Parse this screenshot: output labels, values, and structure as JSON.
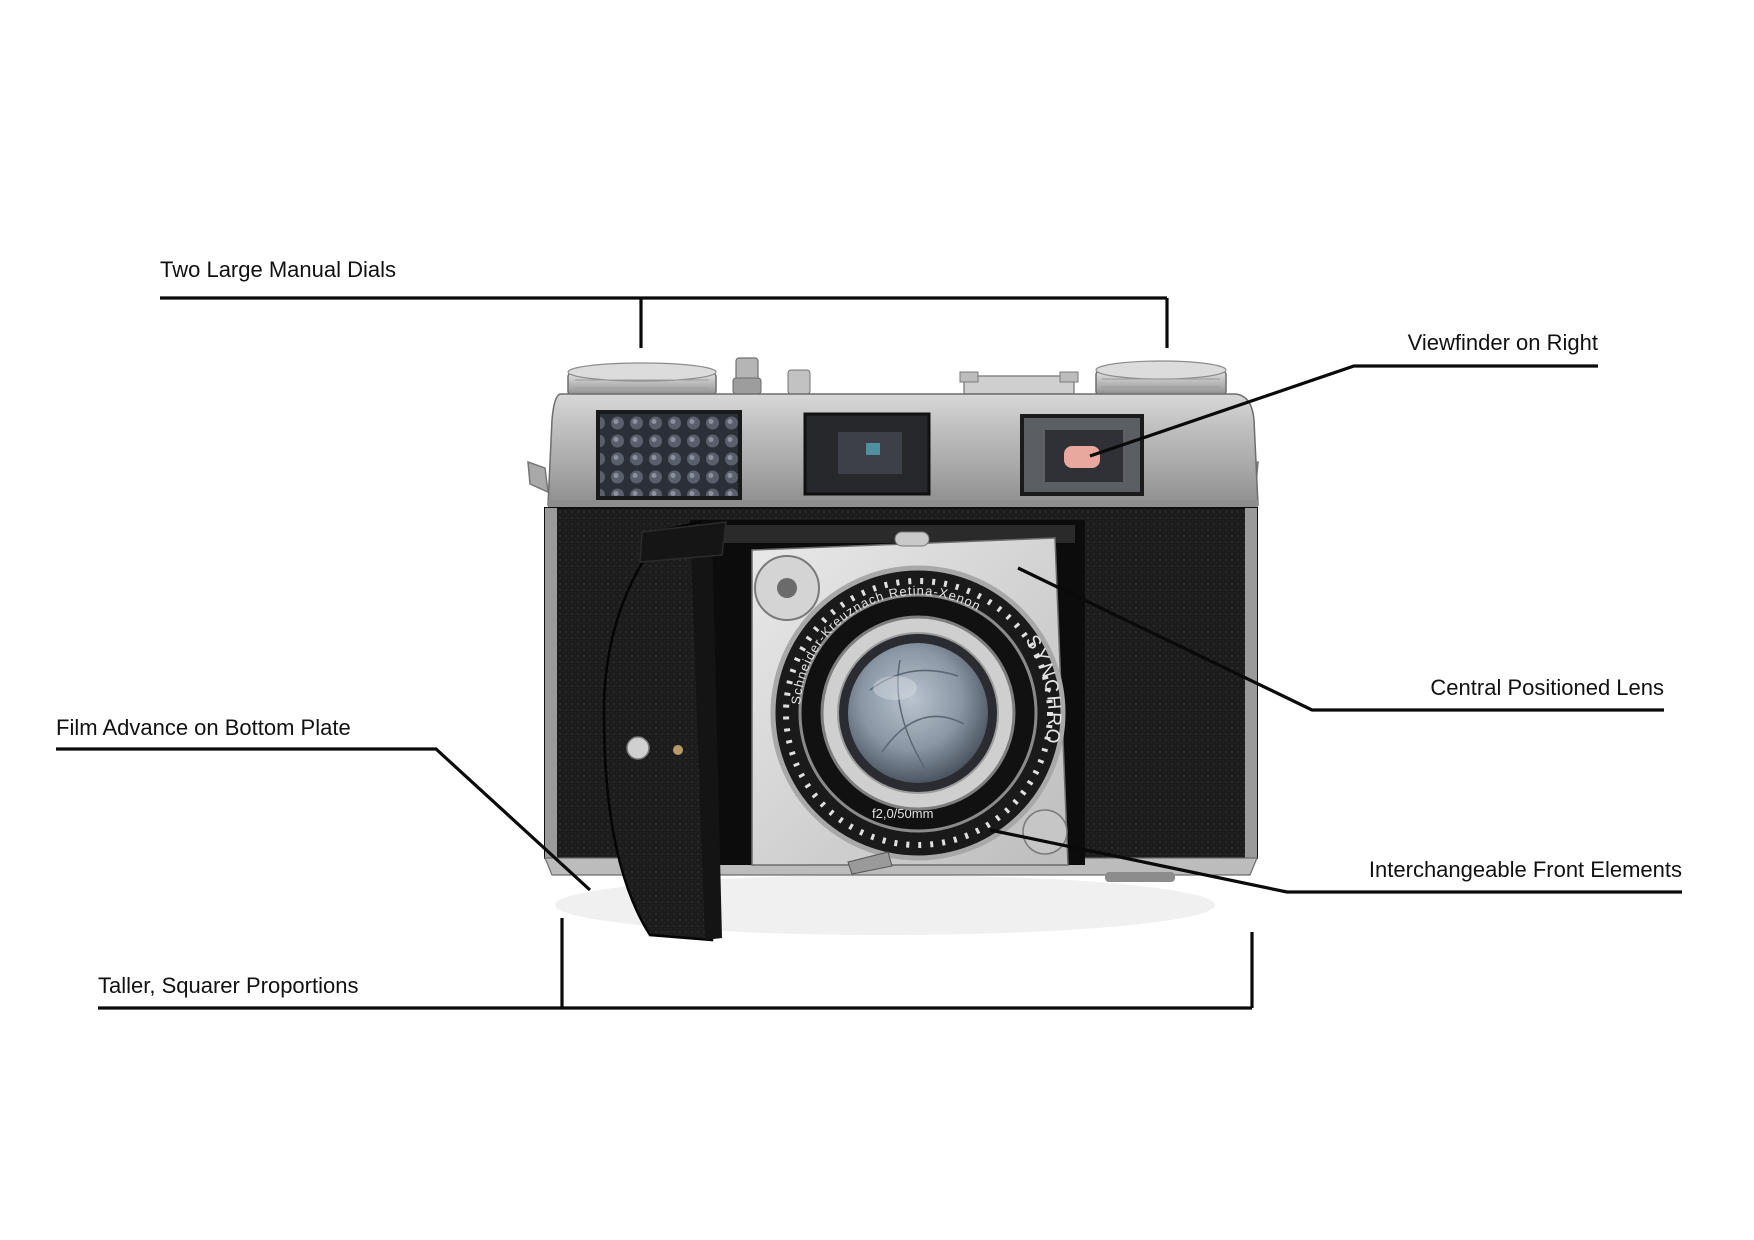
{
  "callouts": {
    "dials": "Two Large Manual Dials",
    "viewfinder": "Viewfinder on Right",
    "lens": "Central Positioned Lens",
    "film_advance": "Film Advance on Bottom Plate",
    "front_elements": "Interchangeable Front Elements",
    "proportions": "Taller, Squarer Proportions"
  },
  "lens_markings": {
    "synchro": "SYNCHRO",
    "lens_name": "Schneider-Kreuznach Retina-Xenon",
    "aperture": "f2,0/50mm"
  }
}
